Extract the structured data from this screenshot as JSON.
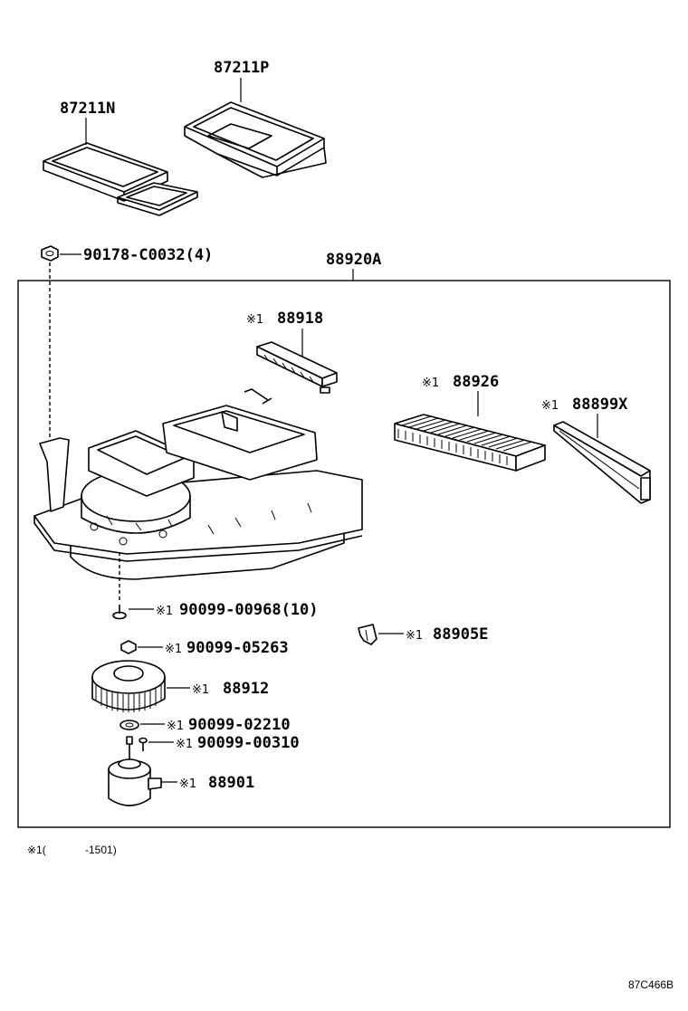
{
  "parts": {
    "p87211P": "87211P",
    "p87211N": "87211N",
    "p90178": "90178-C0032(4)",
    "p88920A": "88920A",
    "p88918": "88918",
    "p88926": "88926",
    "p88899X": "88899X",
    "p90099_00968": "90099-00968(10)",
    "p88905E": "88905E",
    "p90099_05263": "90099-05263",
    "p88912": "88912",
    "p90099_02210": "90099-02210",
    "p90099_00310": "90099-00310",
    "p88901": "88901"
  },
  "note_mark": "※1",
  "footnote": {
    "mark": "※1(",
    "range": "-1501)"
  },
  "diagram_code": "87C466B"
}
